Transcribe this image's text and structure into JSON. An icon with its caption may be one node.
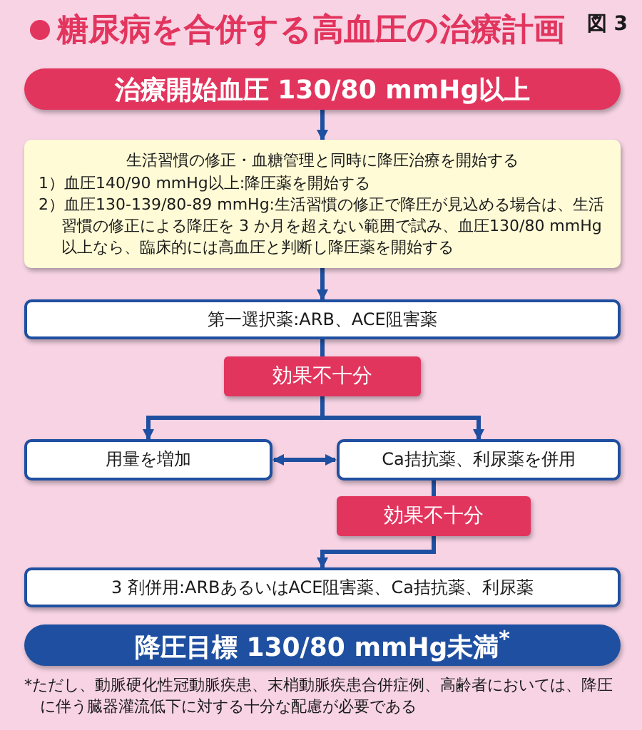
{
  "diagram": {
    "title": "糖尿病を合併する高血圧の治療計画",
    "nodes": [
      {
        "text": [
          "治療開始血圧 130/80 mmHg以上"
        ]
      },
      {
        "text": [
          "生活習慣の修正・血糖管理と同時に降圧治療を開始する",
          "1）血圧140/90 mmHg以上:降圧薬を開始する",
          "2）血圧130-139/80-89 mmHg:生活習慣の修正で降圧が見込める場合は、生活習慣の修正による降圧を 3 か月を超えない範囲で試み、血圧130/80 mmHg以上なら、臨床的には高血圧と判断し降圧薬を開始する"
        ]
      },
      {
        "text": [
          "第一選択薬:ARB、ACE阻害薬"
        ]
      },
      {
        "text": [
          "効果不十分"
        ]
      },
      {
        "text": [
          "用量を増加"
        ]
      },
      {
        "text": [
          "Ca拮抗薬、利尿薬を併用"
        ]
      },
      {
        "text": [
          "効果不十分"
        ]
      },
      {
        "text": [
          "3 剤併用:ARBあるいはACE阻害薬、Ca拮抗薬、利尿薬"
        ]
      },
      {
        "text": [
          "降圧目標 130/80 mmHg未満$^{*}$"
        ]
      }
    ],
    "edges": [
      {
        "from": 0,
        "to": 1,
        "arrow": "to"
      },
      {
        "from": 1,
        "to": 2,
        "arrow": "to"
      },
      {
        "from": 2,
        "to": 3,
        "arrow": "none"
      },
      {
        "from": 3,
        "to": 4,
        "arrow": "to"
      },
      {
        "from": 3,
        "to": 5,
        "arrow": "to"
      },
      {
        "from": 4,
        "to": 5,
        "arrow": "both"
      },
      {
        "from": 5,
        "to": 6,
        "arrow": "none"
      },
      {
        "from": 6,
        "to": 7,
        "arrow": "to"
      }
    ],
    "labels": [
      "図 3",
      "*ただし、動脈硬化性冠動脈疾患、末梢動脈疾患合併症例、高齢者においては、降圧に伴う臓器灌流低下に対する十分な配慮が必要である"
    ]
  }
}
